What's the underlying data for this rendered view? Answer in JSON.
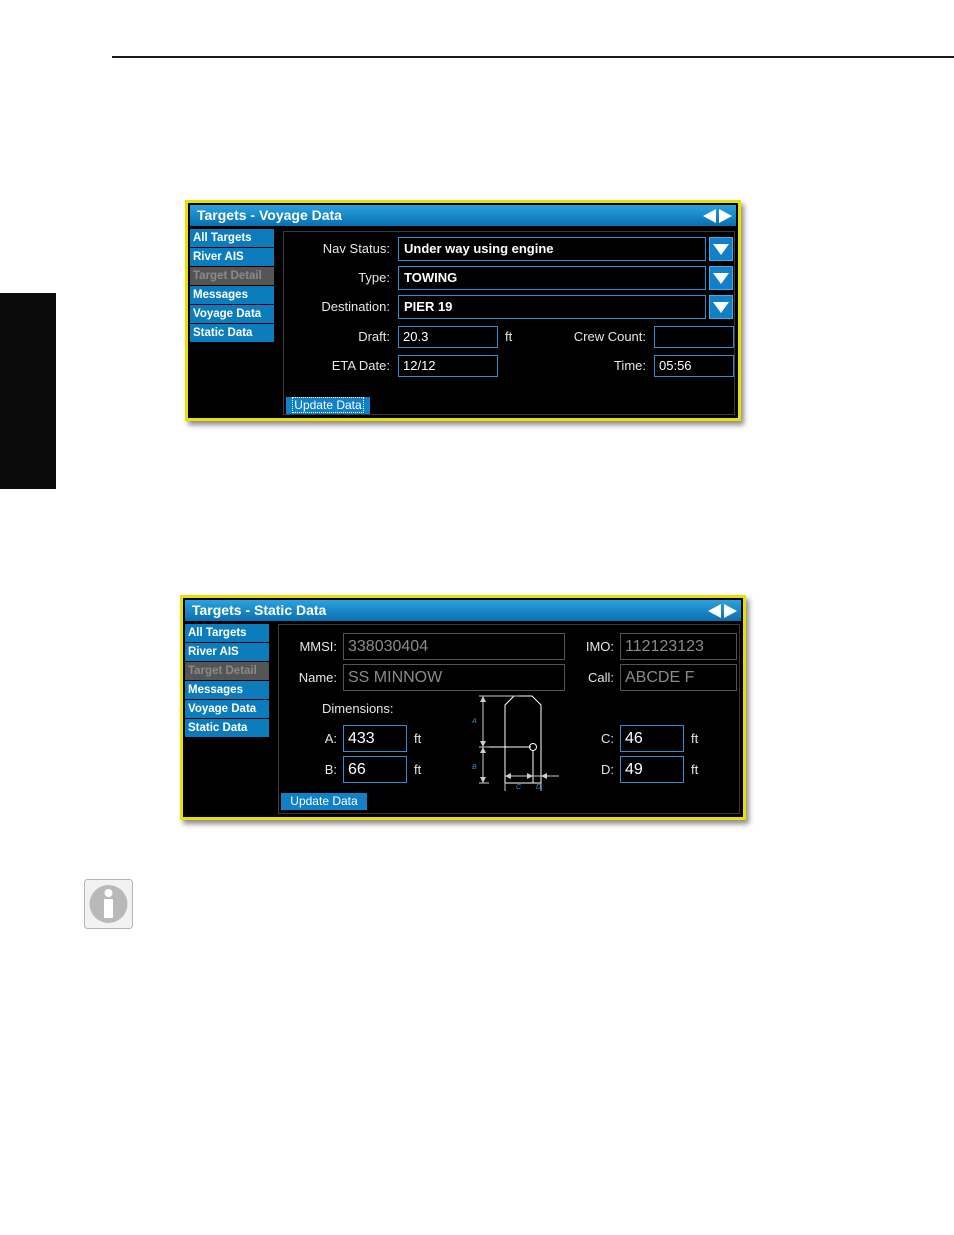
{
  "voyage_window": {
    "title": "Targets - Voyage Data",
    "menu": [
      "All Targets",
      "River AIS",
      "Target Detail",
      "Messages",
      "Voyage Data",
      "Static Data"
    ],
    "nav_status_label": "Nav Status:",
    "nav_status_value": "Under way using engine",
    "type_label": "Type:",
    "type_value": "TOWING",
    "destination_label": "Destination:",
    "destination_value": "PIER 19",
    "draft_label": "Draft:",
    "draft_value": "20.3",
    "draft_unit": "ft",
    "crew_count_label": "Crew Count:",
    "crew_count_value": "",
    "eta_date_label": "ETA Date:",
    "eta_date_value": "12/12",
    "time_label": "Time:",
    "time_value": "05:56",
    "update_button": "Update Data"
  },
  "static_window": {
    "title": "Targets - Static Data",
    "menu": [
      "All Targets",
      "River AIS",
      "Target Detail",
      "Messages",
      "Voyage Data",
      "Static Data"
    ],
    "mmsi_label": "MMSI:",
    "mmsi_value": "338030404",
    "imo_label": "IMO:",
    "imo_value": "112123123",
    "name_label": "Name:",
    "name_value": "SS MINNOW",
    "call_label": "Call:",
    "call_value": "ABCDE F",
    "dimensions_label": "Dimensions:",
    "a_label": "A:",
    "a_value": "433",
    "b_label": "B:",
    "b_value": "66",
    "c_label": "C:",
    "c_value": "46",
    "d_label": "D:",
    "d_value": "49",
    "unit": "ft",
    "diagram_labels": {
      "a": "A",
      "b": "B",
      "c": "C",
      "d": "D"
    },
    "update_button": "Update Data"
  },
  "colors": {
    "frame": "#e8e000",
    "title_bar": "#0a6fb0",
    "menu_item": "#0d7cbd",
    "menu_disabled": "#555555",
    "field_border": "#2f8fd0"
  },
  "icons": [
    "left-arrow-icon",
    "right-arrow-icon",
    "dropdown-arrow-icon",
    "info-icon"
  ]
}
